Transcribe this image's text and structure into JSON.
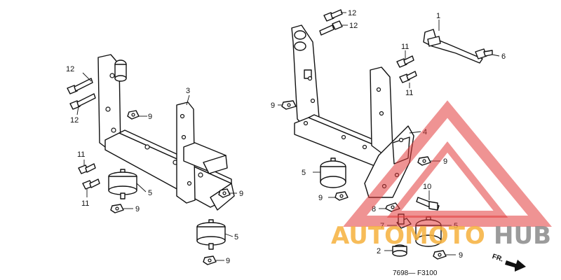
{
  "diagram": {
    "callouts": {
      "c1": "1",
      "c2": "2",
      "c3": "3",
      "c4": "4",
      "c5": "5",
      "c6": "6",
      "c7": "7",
      "c8": "8",
      "c9": "9",
      "c10": "10",
      "c11": "11",
      "c12": "12"
    },
    "drawing_code": "7698— F3100",
    "direction_label": "FR."
  },
  "watermark": {
    "brand_part1": "AUTOMOTO",
    "brand_part2": "HUB",
    "colors": {
      "triangle": "#e23b3b",
      "auto": "#f6b13d",
      "hub": "#8a8a8a"
    }
  }
}
